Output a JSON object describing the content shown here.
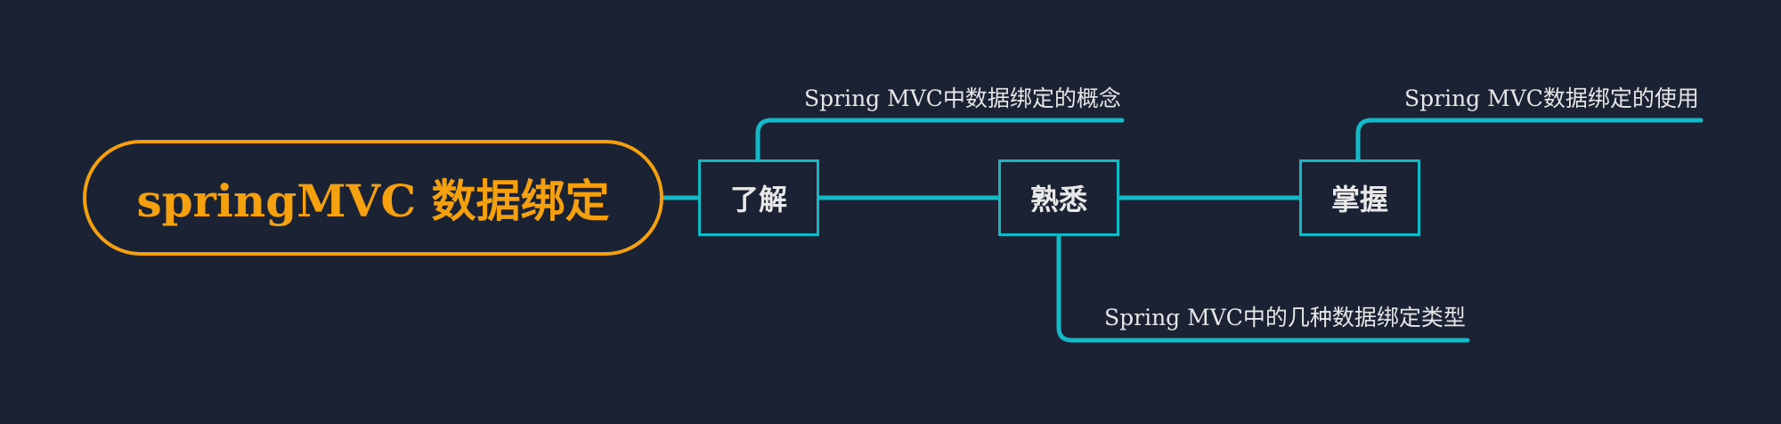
{
  "diagram": {
    "root": {
      "label": "springMVC 数据绑定"
    },
    "stages": [
      {
        "id": "understand",
        "label": "了解",
        "detail": "Spring MVC中数据绑定的概念"
      },
      {
        "id": "familiar",
        "label": "熟悉",
        "detail": "Spring MVC中的几种数据绑定类型"
      },
      {
        "id": "master",
        "label": "掌握",
        "detail": "Spring MVC数据绑定的使用"
      }
    ]
  },
  "colors": {
    "background": "#1a2234",
    "root_accent": "#f5a00f",
    "connector": "#13b9c6",
    "text": "#e8e8e8"
  }
}
